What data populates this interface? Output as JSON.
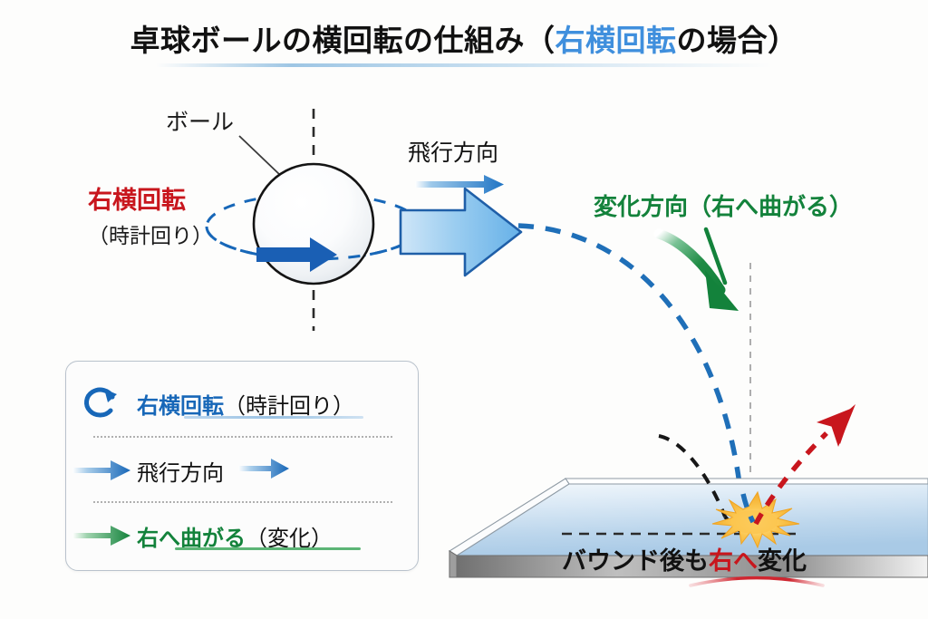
{
  "title": {
    "prefix": "卓球ボールの横回転の仕組み（",
    "highlight": "右横回転",
    "suffix": "の場合）",
    "highlight_color": "#3f8fdd",
    "text_color": "#111111"
  },
  "diagram": {
    "ball_label": "ボール",
    "spin_label": "右横回転",
    "spin_label_sub": "（時計回り）",
    "spin_label_color": "#c8161d",
    "flight_label": "飛行方向",
    "change_label": "変化方向（右へ曲がる）",
    "change_label_color": "#13823b",
    "bounce_prefix": "バウンド後も",
    "bounce_highlight": "右へ",
    "bounce_suffix": "変化",
    "bounce_highlight_color": "#c8161d"
  },
  "legend": {
    "rows": [
      {
        "icon": "clockwise-rotation-icon",
        "label_main": "右横回転",
        "label_sub": "（時計回り）",
        "color": "#1767b8"
      },
      {
        "icon": "right-arrow-icon",
        "label_main": "飛行方向",
        "label_sub": "",
        "color": "#111111"
      },
      {
        "icon": "right-arrow-icon",
        "label_main": "右へ曲がる",
        "label_sub": "（変化）",
        "color": "#13823b"
      }
    ]
  },
  "colors": {
    "background": "#fdfdfc",
    "blue_accent": "#1767b8",
    "light_blue_arrow": "#7fbdea",
    "green": "#13823b",
    "red": "#c8161d",
    "orange_impact": "#f5a623",
    "table_top": "#cfe0f0",
    "table_side": "#8d8d8d"
  }
}
